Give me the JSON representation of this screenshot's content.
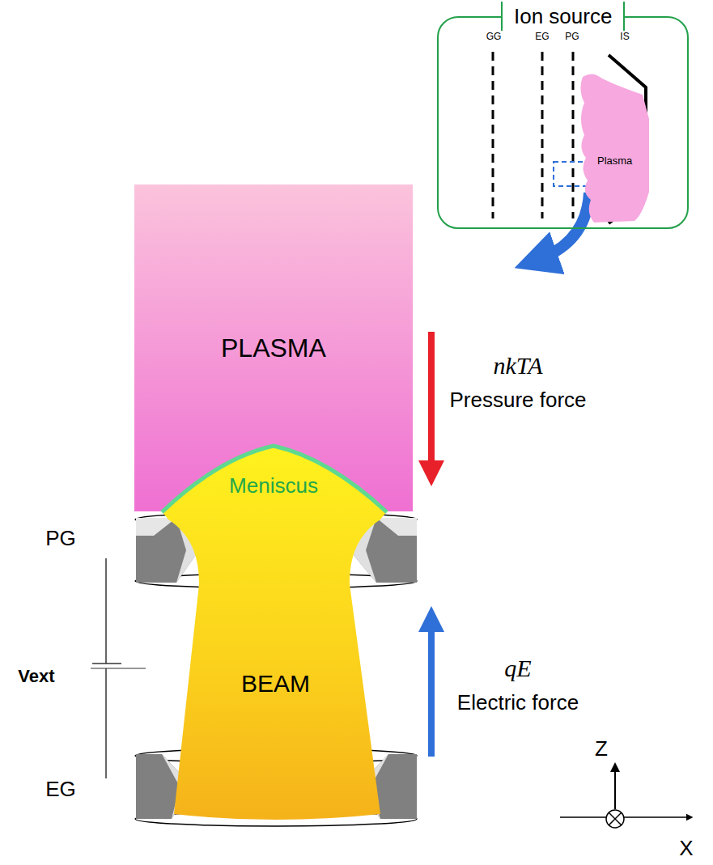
{
  "diagram": {
    "nodes": [
      {
        "text": [
          "Ion source"
        ]
      },
      {
        "text": [
          "Plasma"
        ],
        "in": 0
      },
      {
        "text": [
          "PLASMA"
        ]
      },
      {
        "text": [
          "BEAM"
        ]
      }
    ],
    "labels": [
      "GG",
      "EG",
      "PG",
      "IS",
      "Meniscus",
      "PG",
      "EG",
      "Vext",
      "nkTA",
      "Pressure force",
      "qE",
      "Electric force",
      "Z",
      "X"
    ]
  }
}
